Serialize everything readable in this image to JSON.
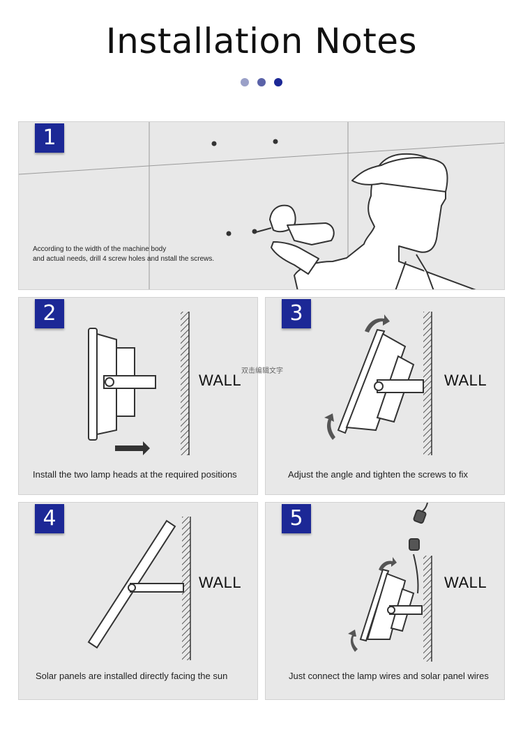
{
  "page": {
    "title": "Installation Notes",
    "watermark": "双击编辑文字"
  },
  "dots": {
    "colors": [
      "#9aa0c8",
      "#5a62a8",
      "#1c2896"
    ]
  },
  "steps": [
    {
      "number": "1",
      "caption_lines": [
        "According to the width of the machine body",
        "and actual needs, drill 4 screw holes and nstall the screws."
      ]
    },
    {
      "number": "2",
      "caption": "Install the two lamp heads at the required positions",
      "wall_label": "WALL"
    },
    {
      "number": "3",
      "caption": "Adjust the angle and tighten the screws to fix",
      "wall_label": "WALL"
    },
    {
      "number": "4",
      "caption": "Solar panels are installed directly facing the sun",
      "wall_label": "WALL"
    },
    {
      "number": "5",
      "caption": "Just connect the lamp wires and solar panel wires",
      "wall_label": "WALL"
    }
  ],
  "colors": {
    "badge": "#1c2896",
    "panel": "#e8e8e8"
  }
}
